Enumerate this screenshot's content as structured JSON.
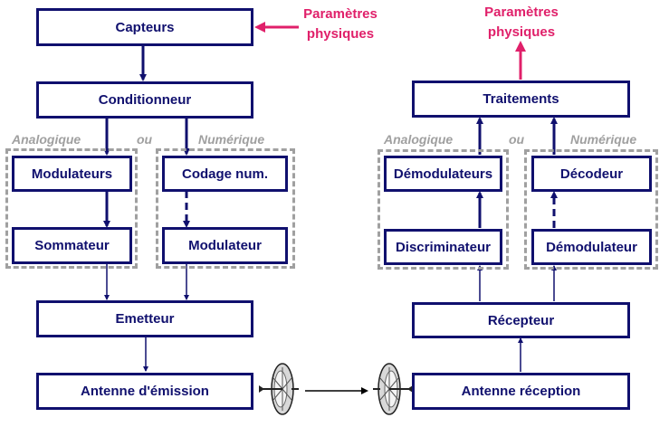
{
  "transmitter": {
    "capteurs": "Capteurs",
    "conditionneur": "Conditionneur",
    "analog_label": "Analogique",
    "or_label": "ou",
    "digital_label": "Numérique",
    "modulateurs": "Modulateurs",
    "sommateur": "Sommateur",
    "codage": "Codage num.",
    "modulateur": "Modulateur",
    "emetteur": "Emetteur",
    "antenne": "Antenne d'émission",
    "param_line1": "Paramètres",
    "param_line2": "physiques"
  },
  "receiver": {
    "traitements": "Traitements",
    "analog_label": "Analogique",
    "or_label": "ou",
    "digital_label": "Numérique",
    "demodulateurs": "Démodulateurs",
    "discriminateur": "Discriminateur",
    "decodeur": "Décodeur",
    "demodulateur": "Démodulateur",
    "recepteur": "Récepteur",
    "antenne": "Antenne réception",
    "param_line1": "Paramètres",
    "param_line2": "physiques"
  },
  "colors": {
    "box_border": "#10106e",
    "text": "#10106e",
    "param_text": "#e0206a",
    "param_arrow": "#e0206a",
    "dashed_border": "#a0a0a0",
    "mode_label": "#a0a0a0"
  },
  "icons": {
    "emit_antenna": "satellite-dish-icon",
    "recv_antenna": "satellite-dish-icon"
  }
}
